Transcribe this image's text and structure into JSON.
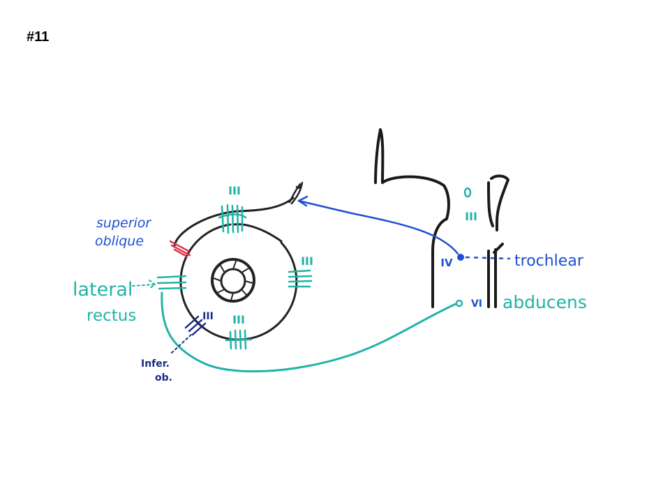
{
  "slide": {
    "title": "#11"
  },
  "labels": {
    "superior_oblique_line1": "superior",
    "superior_oblique_line2": "oblique",
    "lateral_rectus_line1": "lateral",
    "lateral_rectus_line2": "rectus",
    "inferior_oblique_line1": "Infer.",
    "inferior_oblique_line2": "ob.",
    "trochlear": "trochlear",
    "abducens": "abducens"
  },
  "nerve_numerals": {
    "top_muscle": "III",
    "medial_muscle": "III",
    "inferior_muscle": "III",
    "inferior_oblique": "III",
    "brainstem_nucleus": "III",
    "trochlear_nucleus": "IV",
    "abducens_nucleus": "VI"
  },
  "colors": {
    "teal": "#1fb3a6",
    "blue": "#1f4fd1",
    "navy": "#1a2a8a",
    "red": "#e2334f",
    "black": "#1a1a1a"
  }
}
